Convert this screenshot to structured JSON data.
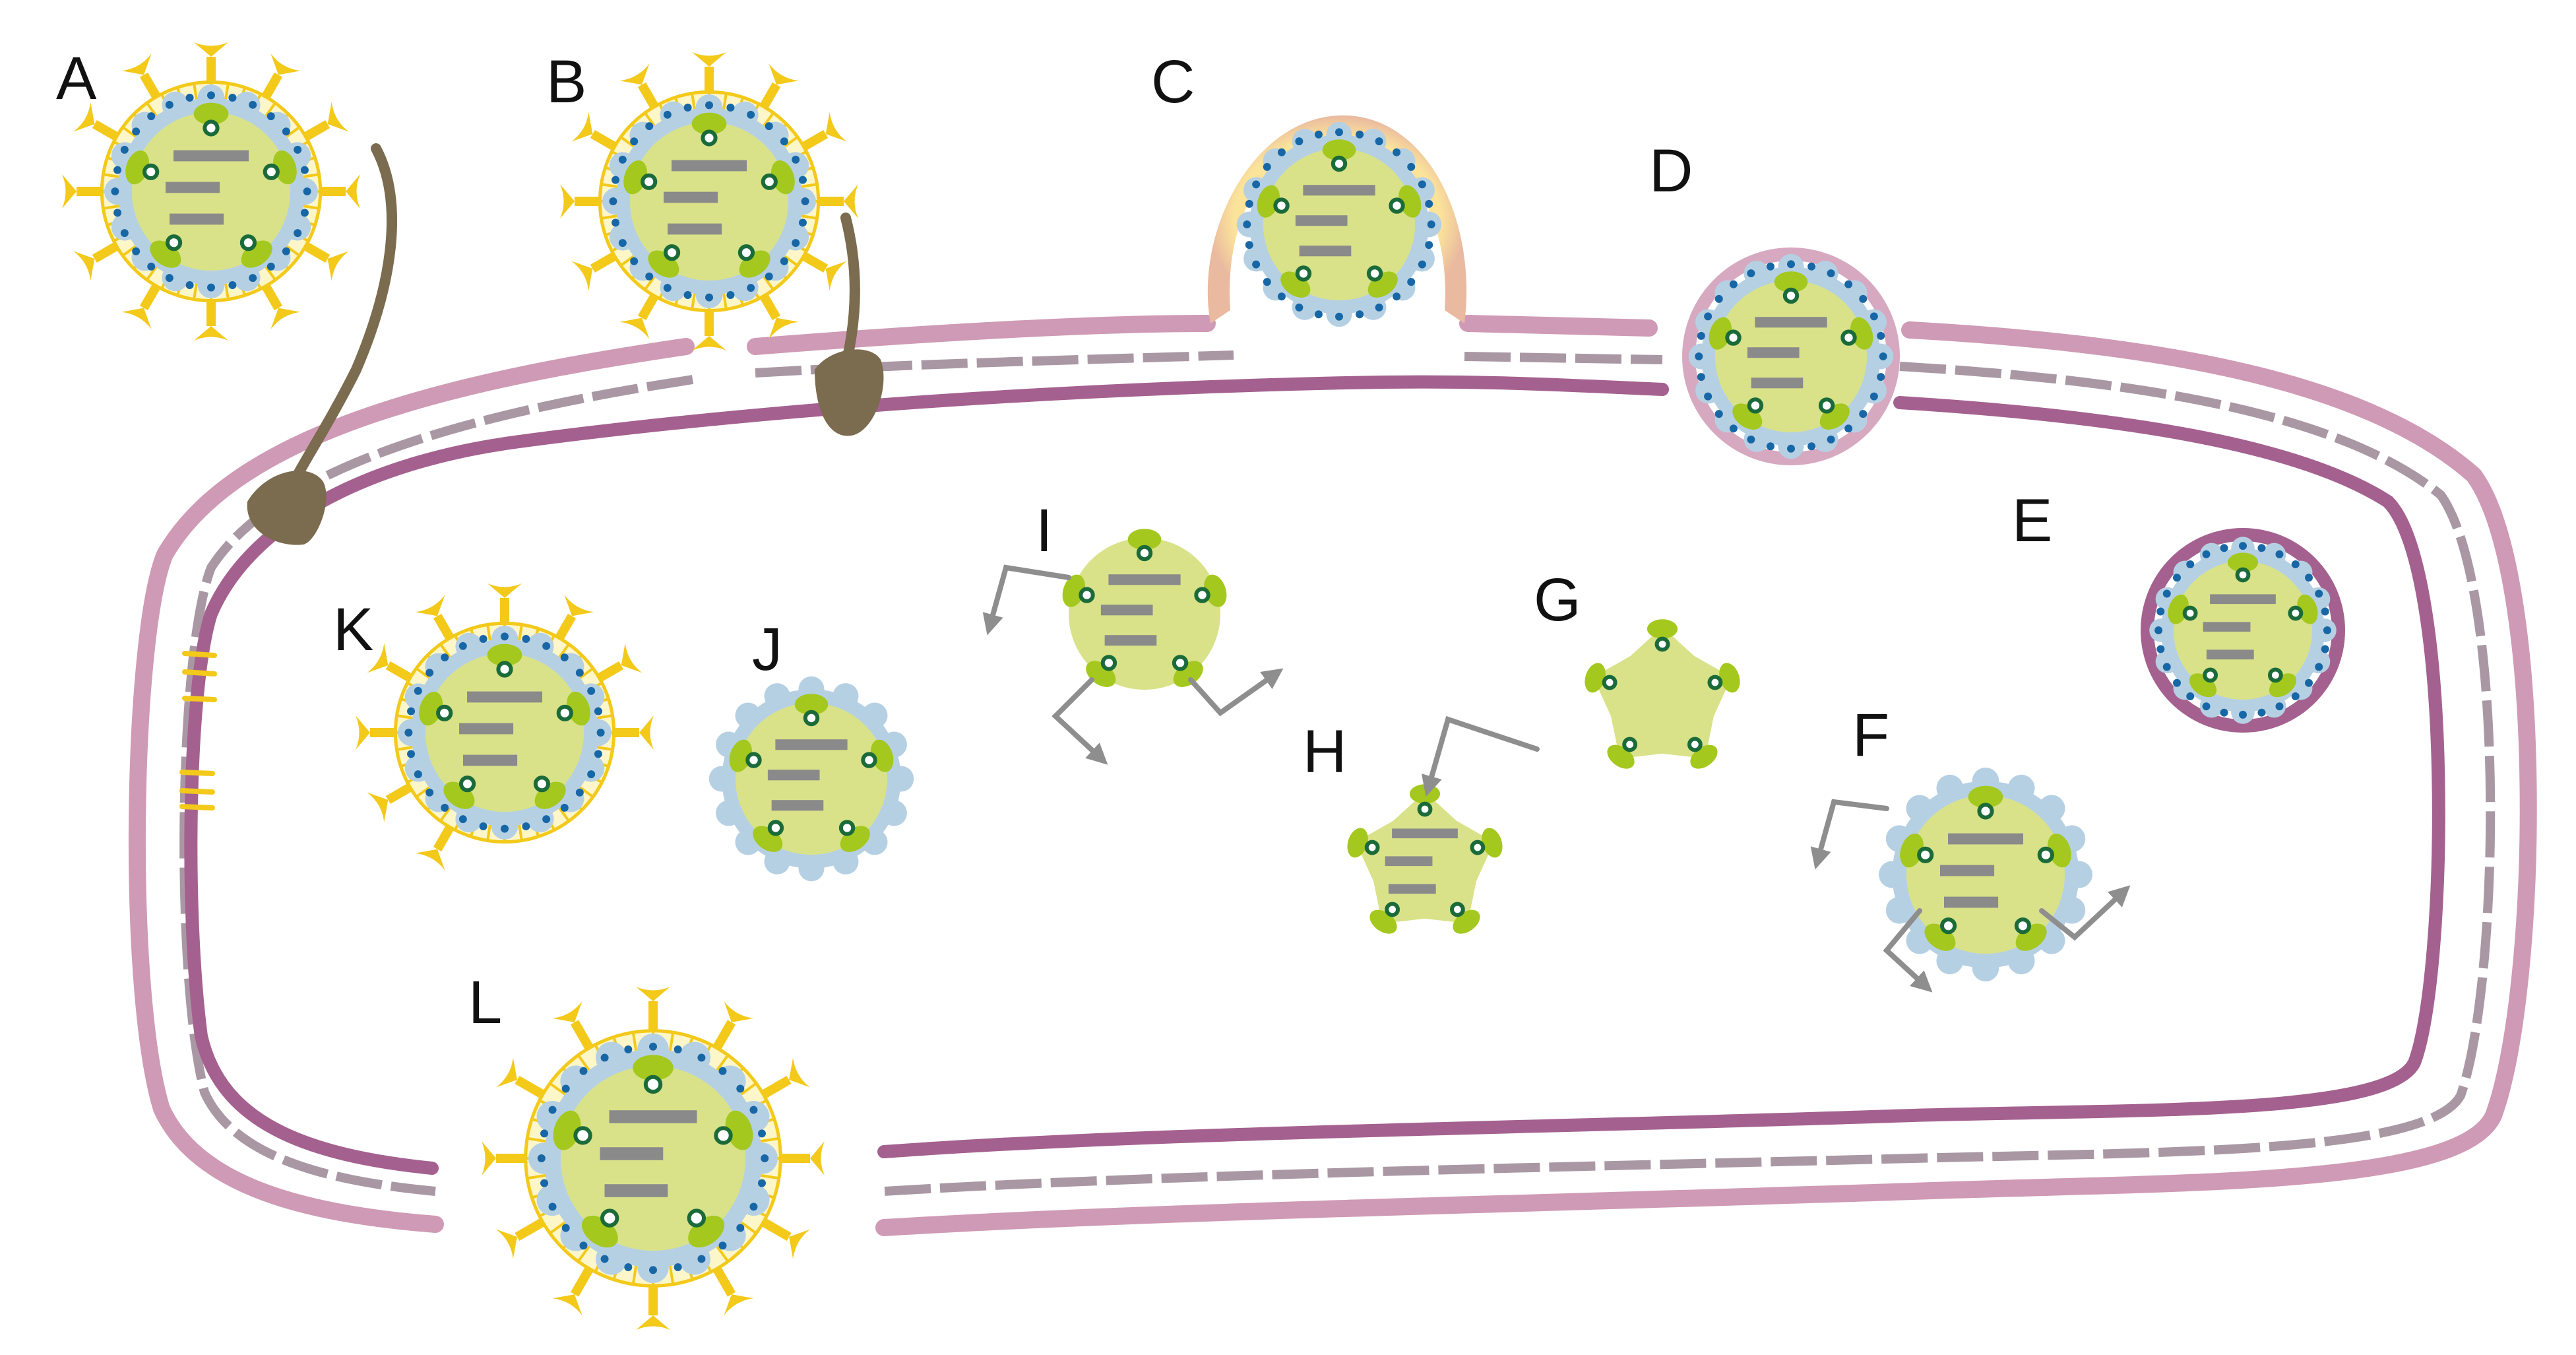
{
  "stages": [
    {
      "id": "A",
      "label": "A",
      "state": "virion-pilus"
    },
    {
      "id": "B",
      "label": "B",
      "state": "virion-pilus"
    },
    {
      "id": "C",
      "label": "C",
      "state": "fusing-outer"
    },
    {
      "id": "D",
      "label": "D",
      "state": "in-periplasm"
    },
    {
      "id": "E",
      "label": "E",
      "state": "inner-vesicle"
    },
    {
      "id": "F",
      "label": "F",
      "state": "capsid-ejecting"
    },
    {
      "id": "G",
      "label": "G",
      "state": "empty-core"
    },
    {
      "id": "H",
      "label": "H",
      "state": "packaging-core"
    },
    {
      "id": "I",
      "label": "I",
      "state": "core-ejecting"
    },
    {
      "id": "J",
      "label": "J",
      "state": "filled-capsid"
    },
    {
      "id": "K",
      "label": "K",
      "state": "assembling"
    },
    {
      "id": "L",
      "label": "L",
      "state": "exiting-virion"
    }
  ],
  "colors": {
    "outer_membrane": "#cf9ab5",
    "cell_wall": "#a998a4",
    "inner_membrane": "#a4618f",
    "spike": "#f3c91a",
    "envelope_fill": "#fdf6c9",
    "capsid": "#b6d0e3",
    "core": "#d9e289",
    "vertex": "#a4c81e",
    "dna_bar": "#8a8a8a",
    "pilus": "#7b6b4f",
    "arrow": "#8e8e8e",
    "membrane_dot": "#1767a6"
  }
}
